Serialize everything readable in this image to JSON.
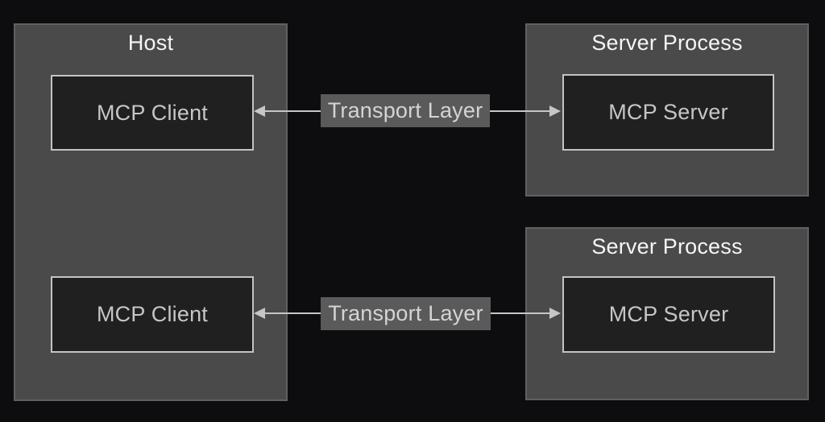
{
  "colors": {
    "background": "#0d0d0f",
    "process_fill": "#4a4a4a",
    "process_border": "#606060",
    "node_fill": "#202020",
    "node_border": "#c4c4c4",
    "title_text": "#f5f5f5",
    "node_text": "#c6c6c6",
    "label_bg": "#5a5a5a",
    "label_text": "#d4d4d4",
    "arrow": "#c6c6c6"
  },
  "host": {
    "title": "Host",
    "clients": [
      {
        "label": "MCP Client"
      },
      {
        "label": "MCP Client"
      }
    ]
  },
  "servers": [
    {
      "title": "Server Process",
      "node": {
        "label": "MCP Server"
      }
    },
    {
      "title": "Server Process",
      "node": {
        "label": "MCP Server"
      }
    }
  ],
  "connections": [
    {
      "label": "Transport Layer"
    },
    {
      "label": "Transport Layer"
    }
  ]
}
